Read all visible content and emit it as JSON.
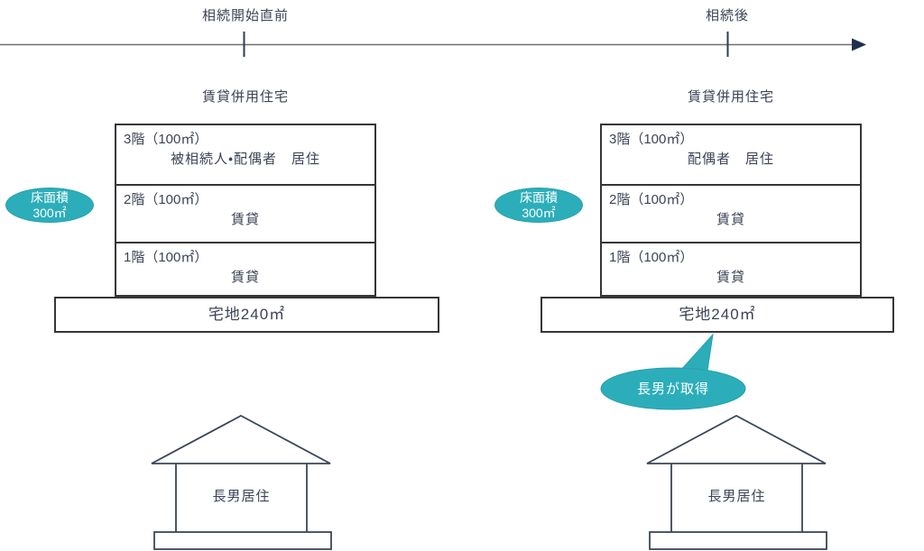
{
  "timeline": {
    "label_before": "相続開始直前",
    "label_after": "相続後"
  },
  "colors": {
    "teal_fill": "#2CAEBA",
    "teal_border": "#23A0AD",
    "text": "#3C4456",
    "box_border": "#363636",
    "timeline_line": "#6E6E6E",
    "timeline_tick": "#2E3B4E",
    "arrowhead": "#1F2F4D",
    "house_stroke": "#3A4658"
  },
  "left": {
    "title": "賃貸併用住宅",
    "floor_area_badge": {
      "line1": "床面積",
      "line2": "300㎡"
    },
    "floors": [
      {
        "label": "3階（100㎡）",
        "occupant": "被相続人・配偶者　居住"
      },
      {
        "label": "2階（100㎡）",
        "occupant": "賃貸"
      },
      {
        "label": "1階（100㎡）",
        "occupant": "賃貸"
      }
    ],
    "land": "宅地240㎡",
    "house_label": "長男居住"
  },
  "right": {
    "title": "賃貸併用住宅",
    "floor_area_badge": {
      "line1": "床面積",
      "line2": "300㎡"
    },
    "floors": [
      {
        "label": "3階（100㎡）",
        "occupant": "配偶者　居住"
      },
      {
        "label": "2階（100㎡）",
        "occupant": "賃貸"
      },
      {
        "label": "1階（100㎡）",
        "occupant": "賃貸"
      }
    ],
    "land": "宅地240㎡",
    "callout": "長男が取得",
    "house_label": "長男居住"
  }
}
